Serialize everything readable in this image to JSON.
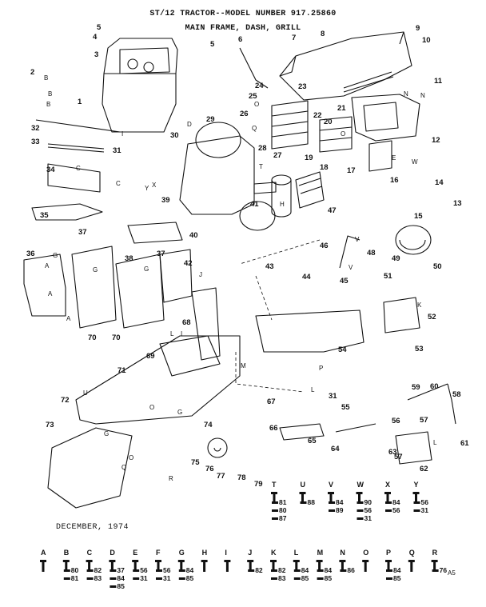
{
  "header": {
    "line1": "ST/12 TRACTOR--MODEL NUMBER 917.25860",
    "line2": "MAIN FRAME, DASH, GRILL"
  },
  "footer": {
    "date": "DECEMBER, 1974",
    "corner_mark": "A5"
  },
  "callouts": [
    "1",
    "2",
    "3",
    "4",
    "5",
    "5",
    "6",
    "7",
    "8",
    "9",
    "10",
    "11",
    "12",
    "13",
    "14",
    "15",
    "16",
    "17",
    "18",
    "19",
    "20",
    "21",
    "22",
    "23",
    "24",
    "25",
    "26",
    "27",
    "28",
    "29",
    "30",
    "31",
    "31",
    "32",
    "33",
    "34",
    "35",
    "36",
    "37",
    "37",
    "38",
    "39",
    "40",
    "41",
    "42",
    "43",
    "44",
    "45",
    "46",
    "47",
    "48",
    "49",
    "50",
    "51",
    "52",
    "53",
    "54",
    "55",
    "56",
    "57",
    "57",
    "58",
    "59",
    "60",
    "61",
    "62",
    "63",
    "64",
    "65",
    "66",
    "67",
    "68",
    "69",
    "70",
    "70",
    "71",
    "72",
    "73",
    "74",
    "75",
    "76",
    "77",
    "78",
    "79"
  ],
  "diagram_letters": [
    "A",
    "A",
    "A",
    "B",
    "B",
    "B",
    "C",
    "C",
    "D",
    "E",
    "G",
    "G",
    "G",
    "G",
    "G",
    "H",
    "I",
    "I",
    "J",
    "K",
    "L",
    "L",
    "L",
    "M",
    "N",
    "N",
    "O",
    "O",
    "O",
    "O",
    "P",
    "Q",
    "Q",
    "R",
    "T",
    "U",
    "V",
    "V",
    "W",
    "X",
    "Y"
  ],
  "hardware_top": [
    {
      "letter": "T",
      "nums": [
        "81",
        "80",
        "87"
      ]
    },
    {
      "letter": "U",
      "nums": [
        "88"
      ]
    },
    {
      "letter": "V",
      "nums": [
        "84",
        "89"
      ]
    },
    {
      "letter": "W",
      "nums": [
        "90",
        "56",
        "31"
      ]
    },
    {
      "letter": "X",
      "nums": [
        "84",
        "56"
      ]
    },
    {
      "letter": "Y",
      "nums": [
        "56",
        "31"
      ]
    }
  ],
  "hardware_bottom": [
    {
      "letter": "A",
      "nums": []
    },
    {
      "letter": "B",
      "nums": [
        "80",
        "81"
      ]
    },
    {
      "letter": "C",
      "nums": [
        "82",
        "83"
      ]
    },
    {
      "letter": "D",
      "nums": [
        "37",
        "84",
        "85"
      ]
    },
    {
      "letter": "E",
      "nums": [
        "56",
        "31"
      ]
    },
    {
      "letter": "F",
      "nums": [
        "56",
        "31"
      ]
    },
    {
      "letter": "G",
      "nums": [
        "84",
        "85"
      ]
    },
    {
      "letter": "H",
      "nums": []
    },
    {
      "letter": "I",
      "nums": []
    },
    {
      "letter": "J",
      "nums": [
        "82"
      ]
    },
    {
      "letter": "K",
      "nums": [
        "82",
        "83"
      ]
    },
    {
      "letter": "L",
      "nums": [
        "84",
        "85"
      ]
    },
    {
      "letter": "M",
      "nums": [
        "84",
        "85"
      ]
    },
    {
      "letter": "N",
      "nums": [
        "86"
      ]
    },
    {
      "letter": "O",
      "nums": []
    },
    {
      "letter": "P",
      "nums": [
        "84",
        "85"
      ]
    },
    {
      "letter": "Q",
      "nums": []
    },
    {
      "letter": "R",
      "nums": [
        "76"
      ]
    }
  ]
}
